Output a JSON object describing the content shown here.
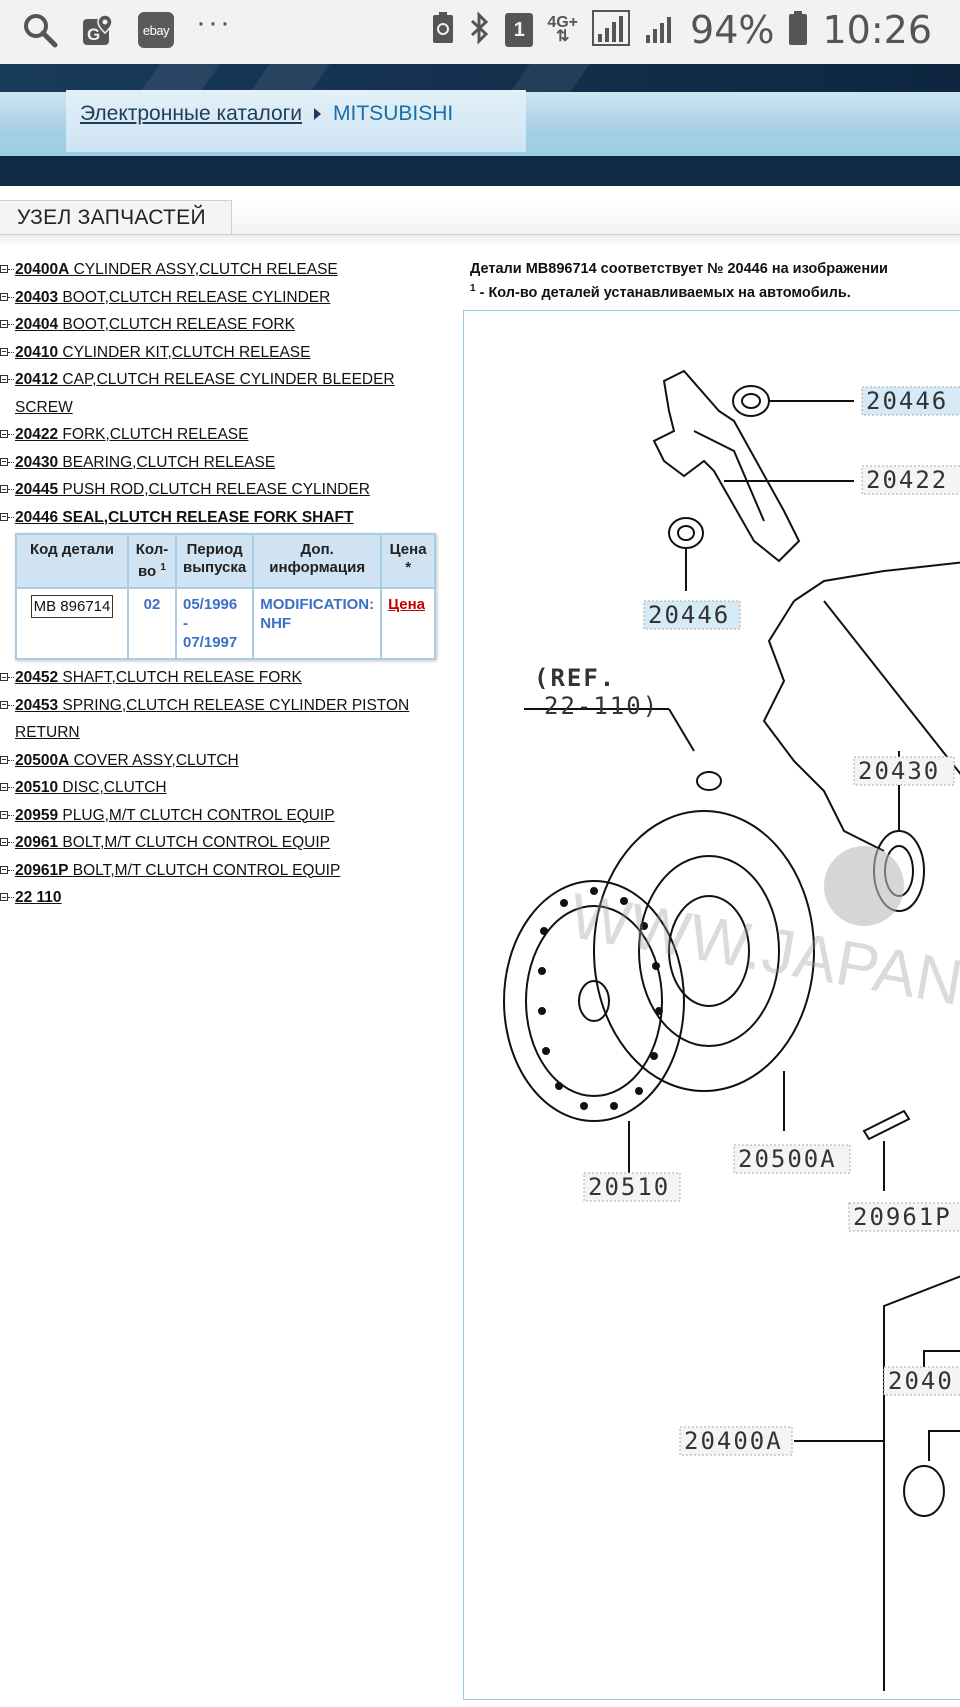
{
  "status_bar": {
    "battery": "94%",
    "time": "10:26",
    "network": "4G+",
    "sim": "1",
    "ebay_label": "ebay"
  },
  "breadcrumb": {
    "root": "Электронные каталоги",
    "current": "MITSUBISHI"
  },
  "section_title": "УЗЕЛ ЗАПЧАСТЕЙ",
  "parts": [
    {
      "code": "20400A",
      "name": "CYLINDER ASSY,CLUTCH RELEASE"
    },
    {
      "code": "20403",
      "name": "BOOT,CLUTCH RELEASE CYLINDER"
    },
    {
      "code": "20404",
      "name": "BOOT,CLUTCH RELEASE FORK"
    },
    {
      "code": "20410",
      "name": "CYLINDER KIT,CLUTCH RELEASE"
    },
    {
      "code": "20412",
      "name": "CAP,CLUTCH RELEASE CYLINDER BLEEDER",
      "name2": "SCREW"
    },
    {
      "code": "20422",
      "name": "FORK,CLUTCH RELEASE"
    },
    {
      "code": "20430",
      "name": "BEARING,CLUTCH RELEASE"
    },
    {
      "code": "20445",
      "name": "PUSH ROD,CLUTCH RELEASE CYLINDER"
    },
    {
      "code": "20446",
      "name": "SEAL,CLUTCH RELEASE FORK SHAFT"
    },
    {
      "code": "20452",
      "name": "SHAFT,CLUTCH RELEASE FORK"
    },
    {
      "code": "20453",
      "name": "SPRING,CLUTCH RELEASE CYLINDER PISTON",
      "name2": "RETURN"
    },
    {
      "code": "20500A",
      "name": "COVER ASSY,CLUTCH"
    },
    {
      "code": "20510",
      "name": "DISC,CLUTCH"
    },
    {
      "code": "20959",
      "name": "PLUG,M/T CLUTCH CONTROL EQUIP"
    },
    {
      "code": "20961",
      "name": "BOLT,M/T CLUTCH CONTROL EQUIP"
    },
    {
      "code": "20961P",
      "name": "BOLT,M/T CLUTCH CONTROL EQUIP"
    },
    {
      "code": "22 110",
      "name": ""
    }
  ],
  "detail_table": {
    "headers": {
      "part_no": "Код детали",
      "qty": "Кол-во",
      "qty_sup": "1",
      "period": "Период выпуска",
      "info": "Доп. информация",
      "price": "Цена *"
    },
    "row": {
      "part_no": "MB 896714",
      "qty": "02",
      "period_from": "05/1996",
      "period_dash": "-",
      "period_to": "07/1997",
      "info": "MODIFICATION: NHF",
      "price": "Цена"
    }
  },
  "info_line1": "Детали MB896714 соответствует № 20446 на изображении",
  "info_sup": "1",
  "info_line2": " - Кол-во деталей устанавливаемых на автомобиль.",
  "diagram_labels": {
    "l20446a": "20446",
    "l20422": "20422",
    "l20446b": "20446",
    "ref": "(REF.",
    "ref2": "22-110)",
    "l20430": "20430",
    "l20500A": "20500A",
    "l20510": "20510",
    "l20961P": "20961P",
    "l20403": "2040",
    "l20400A": "20400A",
    "watermark": "WWW.JAPAN"
  }
}
